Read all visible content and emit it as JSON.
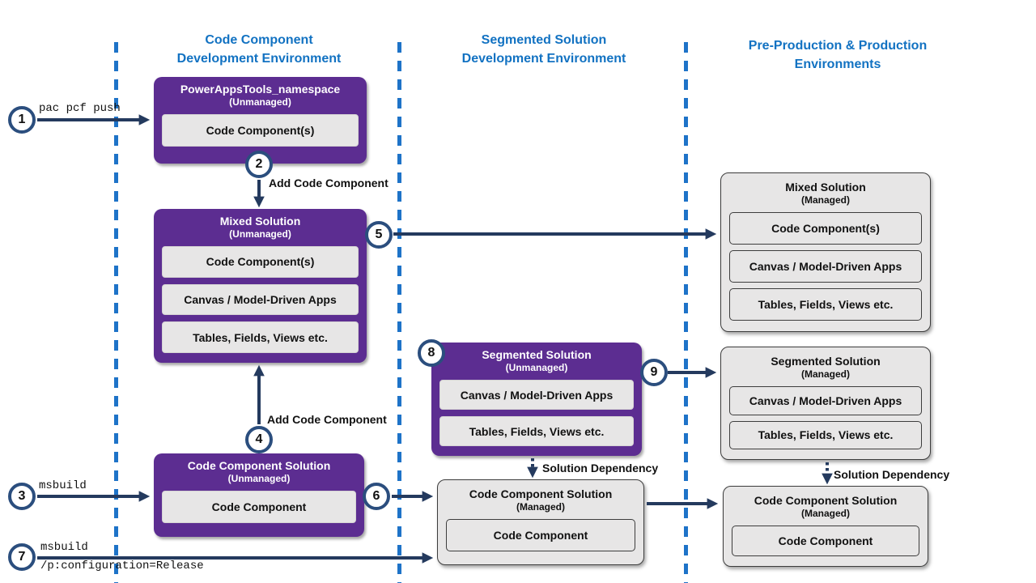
{
  "header": {
    "columns": [
      {
        "line1": "Code Component",
        "line2": "Development Environment"
      },
      {
        "line1": "Segmented Solution",
        "line2": "Development Environment"
      },
      {
        "line1": "Pre-Production & Production",
        "line2": "Environments"
      }
    ]
  },
  "steps": [
    "1",
    "2",
    "3",
    "4",
    "5",
    "6",
    "7",
    "8",
    "9"
  ],
  "commands": {
    "step1": "pac pcf push",
    "step3": "msbuild",
    "step7_line1": "msbuild",
    "step7_line2": "/p:configuration=Release"
  },
  "labels": {
    "add_code_component_step2": "Add Code Component",
    "add_code_component_step4": "Add Code Component",
    "solution_dependency_dev": "Solution Dependency",
    "solution_dependency_prod": "Solution Dependency"
  },
  "boxes": {
    "pat": {
      "title": "PowerAppsTools_namespace",
      "subtitle": "(Unmanaged)",
      "items": [
        "Code Component(s)"
      ]
    },
    "mixed_unmanaged": {
      "title": "Mixed Solution",
      "subtitle": "(Unmanaged)",
      "items": [
        "Code Component(s)",
        "Canvas / Model-Driven Apps",
        "Tables, Fields, Views etc."
      ]
    },
    "ccs_unmanaged": {
      "title": "Code Component Solution",
      "subtitle": "(Unmanaged)",
      "items": [
        "Code Component"
      ]
    },
    "segmented_unmanaged": {
      "title": "Segmented Solution",
      "subtitle": "(Unmanaged)",
      "items": [
        "Canvas / Model-Driven Apps",
        "Tables, Fields, Views etc."
      ]
    },
    "ccs_managed_dev": {
      "title": "Code Component Solution",
      "subtitle": "(Managed)",
      "items": [
        "Code Component"
      ]
    },
    "mixed_managed": {
      "title": "Mixed Solution",
      "subtitle": "(Managed)",
      "items": [
        "Code Component(s)",
        "Canvas / Model-Driven Apps",
        "Tables, Fields, Views etc."
      ]
    },
    "segmented_managed": {
      "title": "Segmented Solution",
      "subtitle": "(Managed)",
      "items": [
        "Canvas / Model-Driven Apps",
        "Tables, Fields, Views etc."
      ]
    },
    "ccs_managed_prod": {
      "title": "Code Component Solution",
      "subtitle": "(Managed)",
      "items": [
        "Code Component"
      ]
    }
  },
  "colors": {
    "unmanaged_purple": "#5C2D91",
    "managed_gray": "#E7E6E6",
    "arrow_navy": "#243A5E",
    "divider_blue": "#1E73C8",
    "header_blue": "#1272C2"
  }
}
